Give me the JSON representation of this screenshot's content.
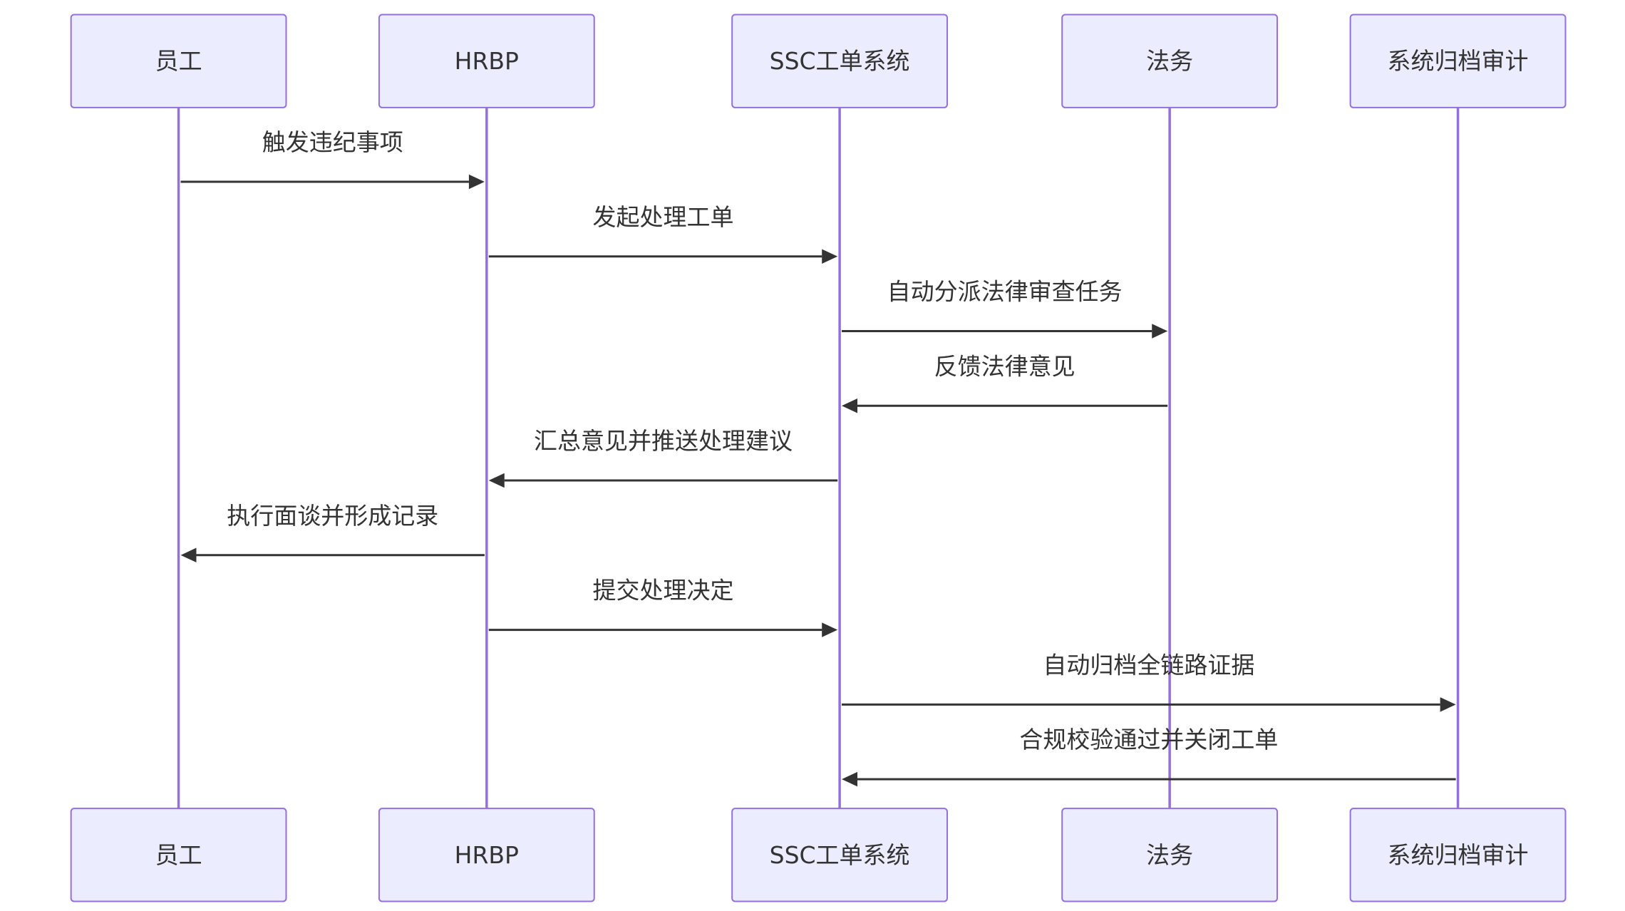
{
  "participants": [
    {
      "id": "employee",
      "label": "员工"
    },
    {
      "id": "hrbp",
      "label": "HRBP"
    },
    {
      "id": "ssc",
      "label": "SSC工单系统"
    },
    {
      "id": "legal",
      "label": "法务"
    },
    {
      "id": "archive",
      "label": "系统归档审计"
    }
  ],
  "messages": [
    {
      "from": "employee",
      "to": "hrbp",
      "label": "触发违纪事项"
    },
    {
      "from": "hrbp",
      "to": "ssc",
      "label": "发起处理工单"
    },
    {
      "from": "ssc",
      "to": "legal",
      "label": "自动分派法律审查任务"
    },
    {
      "from": "legal",
      "to": "ssc",
      "label": "反馈法律意见"
    },
    {
      "from": "ssc",
      "to": "hrbp",
      "label": "汇总意见并推送处理建议"
    },
    {
      "from": "hrbp",
      "to": "employee",
      "label": "执行面谈并形成记录"
    },
    {
      "from": "hrbp",
      "to": "ssc",
      "label": "提交处理决定"
    },
    {
      "from": "ssc",
      "to": "archive",
      "label": "自动归档全链路证据"
    },
    {
      "from": "archive",
      "to": "ssc",
      "label": "合规校验通过并关闭工单"
    }
  ],
  "colors": {
    "actor_fill": "#ECECFF",
    "actor_stroke": "#9370DB",
    "lifeline": "#9370DB",
    "message_line": "#333333",
    "text": "#333333"
  }
}
